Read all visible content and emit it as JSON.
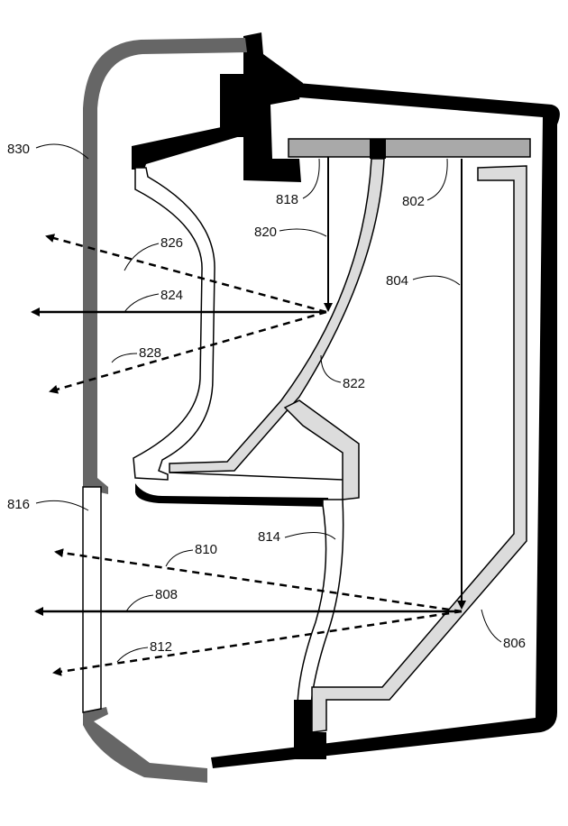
{
  "colors": {
    "housing_black": "#000000",
    "dark_gray": "#666666",
    "reflector_light": "#dcdcdc",
    "led_board": "#a9a9a9",
    "line": "#000000",
    "background": "#ffffff"
  },
  "labels": {
    "l830": "830",
    "l818": "818",
    "l802": "802",
    "l820": "820",
    "l826": "826",
    "l804": "804",
    "l824": "824",
    "l828": "828",
    "l822": "822",
    "l816": "816",
    "l814": "814",
    "l810": "810",
    "l808": "808",
    "l806": "806",
    "l812": "812"
  }
}
